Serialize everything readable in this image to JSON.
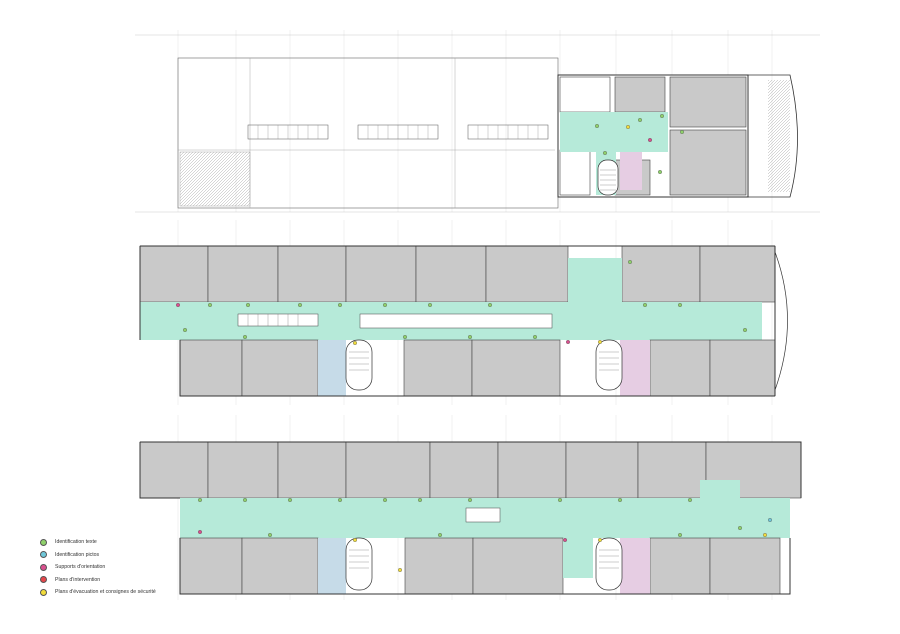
{
  "colors": {
    "circulation": "#b6ead9",
    "room": "#c9c9c9",
    "stair_blue": "#c6dbe8",
    "stair_pink": "#e6cde3",
    "wall": "#4a4a4a",
    "dot_green": "#8fd16b",
    "dot_blue": "#6fc7d9",
    "dot_magenta": "#d94f8e",
    "dot_red": "#e5474b",
    "dot_yellow": "#f1dc3c"
  },
  "legend": {
    "items": [
      {
        "label": "Identification texte",
        "color": "#8fd16b",
        "symbol": "A"
      },
      {
        "label": "Identification pictos",
        "color": "#6fc7d9",
        "symbol": "B"
      },
      {
        "label": "Supports d'orientation",
        "color": "#d94f8e",
        "symbol": "C"
      },
      {
        "label": "Plans d'intervention",
        "color": "#e5474b",
        "symbol": "D"
      },
      {
        "label": "Plans d'évacuation et consignes de sécurité",
        "color": "#f1dc3c",
        "symbol": "E"
      }
    ]
  }
}
